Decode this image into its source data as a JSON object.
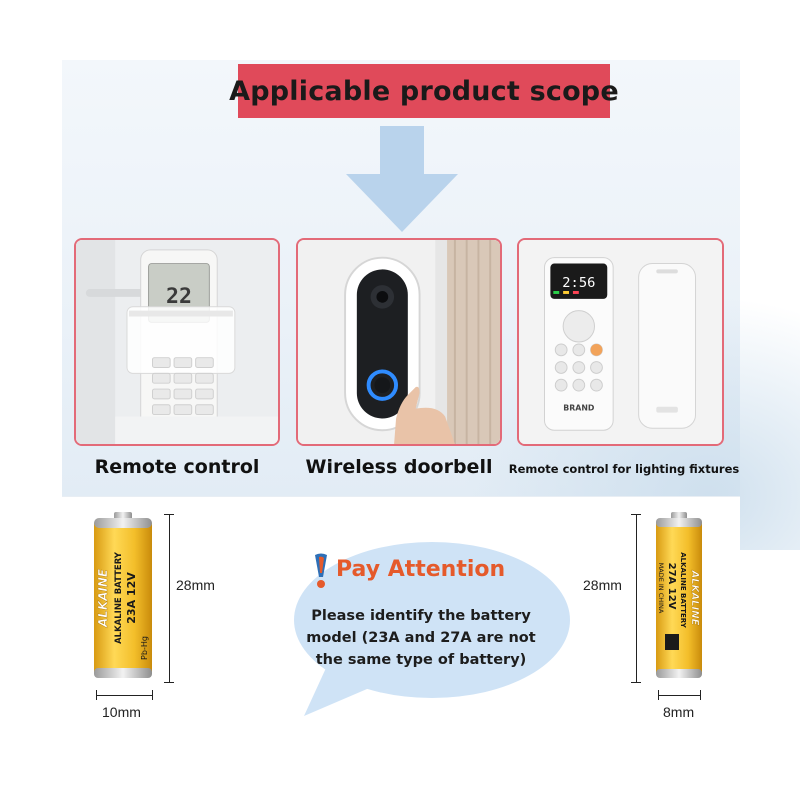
{
  "banner": {
    "title": "Applicable product scope",
    "color": "#e04a5a"
  },
  "products": [
    {
      "label": "Remote control",
      "icon": "air-conditioner-remote-icon"
    },
    {
      "label": "Wireless doorbell",
      "icon": "video-doorbell-icon"
    },
    {
      "label": "Remote control for lighting fixtures",
      "icon": "lighting-remote-icon"
    }
  ],
  "remote_display": "22",
  "lighting_remote": {
    "display": "2:56",
    "brand": "BRAND"
  },
  "batteries": [
    {
      "model": "23A 12V",
      "type": "ALKALINE BATTERY",
      "brand": "ALKAINE",
      "height": "28mm",
      "width": "10mm",
      "mark": "Pb-Hg"
    },
    {
      "model": "27A 12V",
      "type": "ALKALINE BATTERY",
      "brand": "ALKALINE",
      "height": "28mm",
      "width": "8mm",
      "origin": "MADE IN CHINA"
    }
  ],
  "attention": {
    "title": "Pay Attention",
    "body": "Please identify the battery model (23A and 27A are not the same type of battery)",
    "title_color": "#e55a2b"
  }
}
